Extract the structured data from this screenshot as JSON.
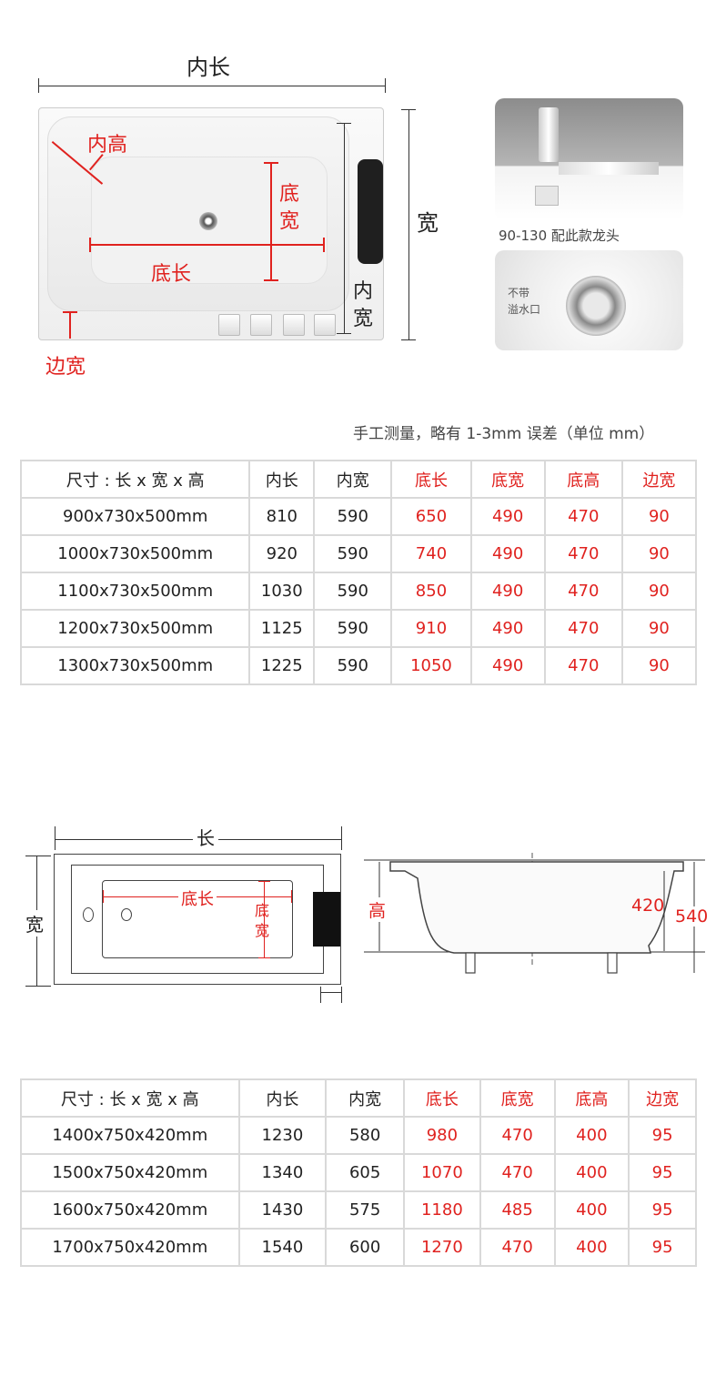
{
  "diagram_top": {
    "inner_length": "内长",
    "inner_height": "内高",
    "bottom_width": "底宽",
    "bottom_length": "底长",
    "width": "宽",
    "inner_width": "内宽",
    "edge_width": "边宽"
  },
  "faucet_caption": "90-130 配此款龙头",
  "overflow_caption": "不带\n溢水口",
  "measure_note": "手工测量，略有 1-3mm 误差（单位 mm）",
  "table1": {
    "headers": [
      "尺寸 : 长 x 宽 x 高",
      "内长",
      "内宽",
      "底长",
      "底宽",
      "底高",
      "边宽"
    ],
    "rows": [
      [
        "900x730x500mm",
        "810",
        "590",
        "650",
        "490",
        "470",
        "90"
      ],
      [
        "1000x730x500mm",
        "920",
        "590",
        "740",
        "490",
        "470",
        "90"
      ],
      [
        "1100x730x500mm",
        "1030",
        "590",
        "850",
        "490",
        "470",
        "90"
      ],
      [
        "1200x730x500mm",
        "1125",
        "590",
        "910",
        "490",
        "470",
        "90"
      ],
      [
        "1300x730x500mm",
        "1225",
        "590",
        "1050",
        "490",
        "470",
        "90"
      ]
    ]
  },
  "diagram_bottom": {
    "length": "长",
    "width": "宽",
    "bottom_length": "底长",
    "bottom_width": "底宽",
    "height": "高",
    "inner_depth": "420",
    "total_height": "540"
  },
  "table2": {
    "headers": [
      "尺寸 : 长 x 宽 x 高",
      "内长",
      "内宽",
      "底长",
      "底宽",
      "底高",
      "边宽"
    ],
    "rows": [
      [
        "1400x750x420mm",
        "1230",
        "580",
        "980",
        "470",
        "400",
        "95"
      ],
      [
        "1500x750x420mm",
        "1340",
        "605",
        "1070",
        "470",
        "400",
        "95"
      ],
      [
        "1600x750x420mm",
        "1430",
        "575",
        "1180",
        "485",
        "400",
        "95"
      ],
      [
        "1700x750x420mm",
        "1540",
        "600",
        "1270",
        "470",
        "400",
        "95"
      ]
    ]
  }
}
